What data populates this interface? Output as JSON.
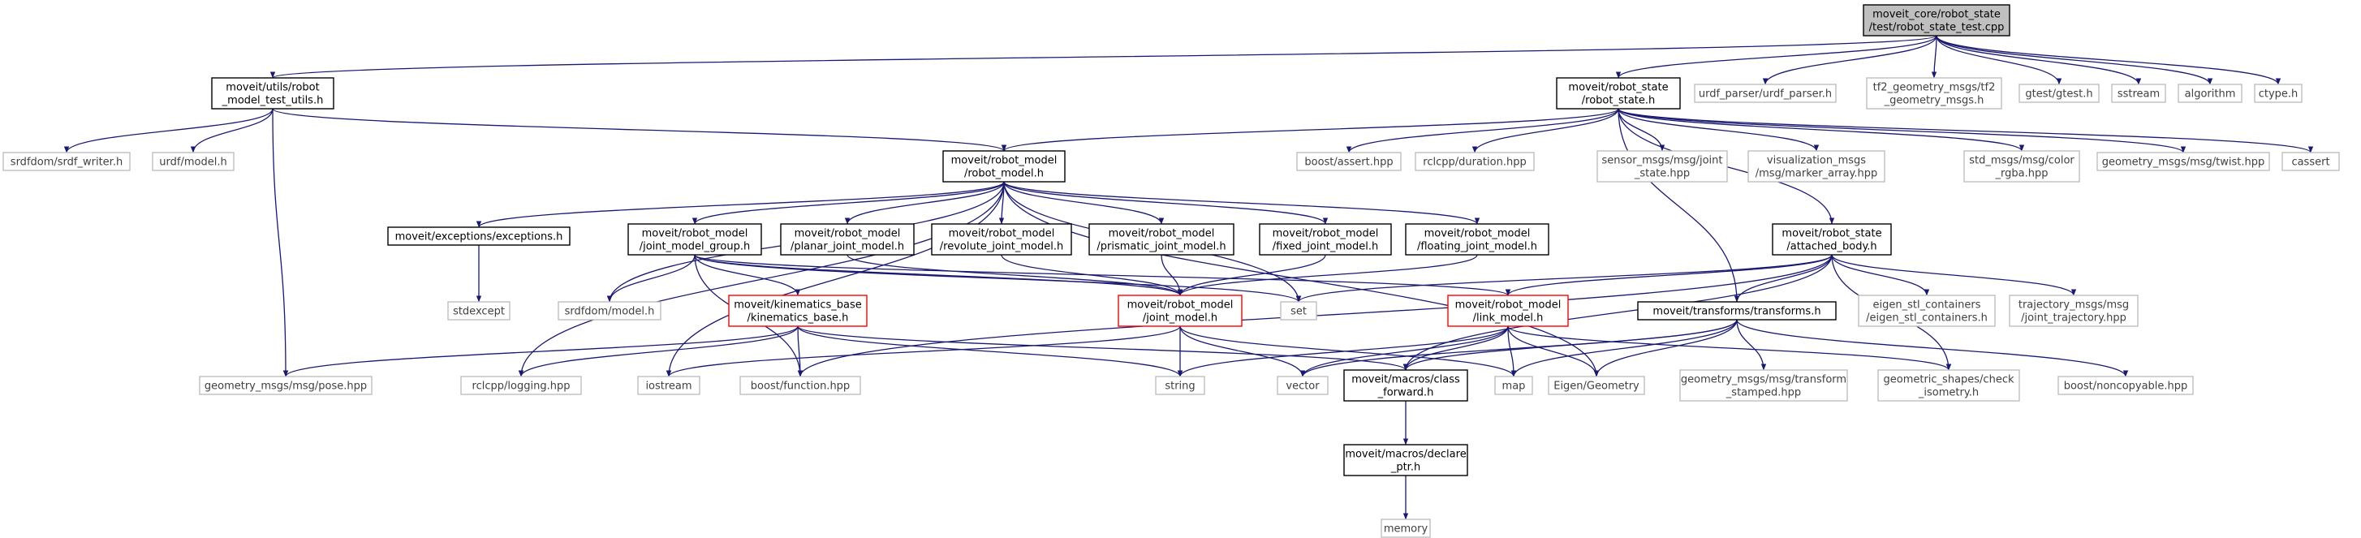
{
  "colors": {
    "edge": "#191970",
    "root_fill": "#bfbfbf",
    "root_border": "#000000",
    "documented_border": "#000000",
    "undocumented_border": "#bfbfbf",
    "undocumented_text": "#404040",
    "highlight_border": "#ff0000",
    "text": "#000000"
  },
  "nodes": [
    {
      "id": "root",
      "kind": "root",
      "lines": [
        "moveit_core/robot_state",
        "/test/robot_state_test.cpp"
      ]
    },
    {
      "id": "robot_model_test_utils",
      "kind": "documented",
      "lines": [
        "moveit/utils/robot",
        "_model_test_utils.h"
      ]
    },
    {
      "id": "robot_state_h",
      "kind": "documented",
      "lines": [
        "moveit/robot_state",
        "/robot_state.h"
      ]
    },
    {
      "id": "urdf_parser",
      "kind": "external",
      "lines": [
        "urdf_parser/urdf_parser.h"
      ]
    },
    {
      "id": "tf2_geometry",
      "kind": "external",
      "lines": [
        "tf2_geometry_msgs/tf2",
        "_geometry_msgs.h"
      ]
    },
    {
      "id": "gtest",
      "kind": "external",
      "lines": [
        "gtest/gtest.h"
      ]
    },
    {
      "id": "sstream",
      "kind": "external",
      "lines": [
        "sstream"
      ]
    },
    {
      "id": "algorithm",
      "kind": "external",
      "lines": [
        "algorithm"
      ]
    },
    {
      "id": "ctype",
      "kind": "external",
      "lines": [
        "ctype.h"
      ]
    },
    {
      "id": "srdf_writer",
      "kind": "external",
      "lines": [
        "srdfdom/srdf_writer.h"
      ]
    },
    {
      "id": "urdf_model",
      "kind": "external",
      "lines": [
        "urdf/model.h"
      ]
    },
    {
      "id": "robot_model_h",
      "kind": "documented",
      "lines": [
        "moveit/robot_model",
        "/robot_model.h"
      ]
    },
    {
      "id": "boost_assert",
      "kind": "external",
      "lines": [
        "boost/assert.hpp"
      ]
    },
    {
      "id": "rclcpp_duration",
      "kind": "external",
      "lines": [
        "rclcpp/duration.hpp"
      ]
    },
    {
      "id": "sensor_msgs",
      "kind": "external",
      "lines": [
        "sensor_msgs/msg/joint",
        "_state.hpp"
      ]
    },
    {
      "id": "visualization_msgs",
      "kind": "external",
      "lines": [
        "visualization_msgs",
        "/msg/marker_array.hpp"
      ]
    },
    {
      "id": "std_msgs",
      "kind": "external",
      "lines": [
        "std_msgs/msg/color",
        "_rgba.hpp"
      ]
    },
    {
      "id": "twist",
      "kind": "external",
      "lines": [
        "geometry_msgs/msg/twist.hpp"
      ]
    },
    {
      "id": "cassert",
      "kind": "external",
      "lines": [
        "cassert"
      ]
    },
    {
      "id": "exceptions",
      "kind": "documented",
      "lines": [
        "moveit/exceptions/exceptions.h"
      ]
    },
    {
      "id": "joint_model_group",
      "kind": "documented",
      "lines": [
        "moveit/robot_model",
        "/joint_model_group.h"
      ]
    },
    {
      "id": "planar_joint",
      "kind": "documented",
      "lines": [
        "moveit/robot_model",
        "/planar_joint_model.h"
      ]
    },
    {
      "id": "revolute_joint",
      "kind": "documented",
      "lines": [
        "moveit/robot_model",
        "/revolute_joint_model.h"
      ]
    },
    {
      "id": "prismatic_joint",
      "kind": "documented",
      "lines": [
        "moveit/robot_model",
        "/prismatic_joint_model.h"
      ]
    },
    {
      "id": "fixed_joint",
      "kind": "documented",
      "lines": [
        "moveit/robot_model",
        "/fixed_joint_model.h"
      ]
    },
    {
      "id": "floating_joint",
      "kind": "documented",
      "lines": [
        "moveit/robot_model",
        "/floating_joint_model.h"
      ]
    },
    {
      "id": "attached_body",
      "kind": "documented",
      "lines": [
        "moveit/robot_state",
        "/attached_body.h"
      ]
    },
    {
      "id": "stdexcept",
      "kind": "external",
      "lines": [
        "stdexcept"
      ]
    },
    {
      "id": "srdf_model",
      "kind": "external",
      "lines": [
        "srdfdom/model.h"
      ]
    },
    {
      "id": "kinematics_base",
      "kind": "highlight",
      "lines": [
        "moveit/kinematics_base",
        "/kinematics_base.h"
      ]
    },
    {
      "id": "joint_model_h",
      "kind": "highlight",
      "lines": [
        "moveit/robot_model",
        "/joint_model.h"
      ]
    },
    {
      "id": "set",
      "kind": "external",
      "lines": [
        "set"
      ]
    },
    {
      "id": "link_model_h",
      "kind": "highlight",
      "lines": [
        "moveit/robot_model",
        "/link_model.h"
      ]
    },
    {
      "id": "transforms_h",
      "kind": "documented",
      "lines": [
        "moveit/transforms/transforms.h"
      ]
    },
    {
      "id": "eigen_stl",
      "kind": "external",
      "lines": [
        "eigen_stl_containers",
        "/eigen_stl_containers.h"
      ]
    },
    {
      "id": "trajectory_msgs",
      "kind": "external",
      "lines": [
        "trajectory_msgs/msg",
        "/joint_trajectory.hpp"
      ]
    },
    {
      "id": "pose_hpp",
      "kind": "external",
      "lines": [
        "geometry_msgs/msg/pose.hpp"
      ]
    },
    {
      "id": "rclcpp_logging",
      "kind": "external",
      "lines": [
        "rclcpp/logging.hpp"
      ]
    },
    {
      "id": "iostream",
      "kind": "external",
      "lines": [
        "iostream"
      ]
    },
    {
      "id": "boost_function",
      "kind": "external",
      "lines": [
        "boost/function.hpp"
      ]
    },
    {
      "id": "string",
      "kind": "external",
      "lines": [
        "string"
      ]
    },
    {
      "id": "vector",
      "kind": "external",
      "lines": [
        "vector"
      ]
    },
    {
      "id": "class_forward",
      "kind": "documented",
      "lines": [
        "moveit/macros/class",
        "_forward.h"
      ]
    },
    {
      "id": "map",
      "kind": "external",
      "lines": [
        "map"
      ]
    },
    {
      "id": "eigen_geometry",
      "kind": "external",
      "lines": [
        "Eigen/Geometry"
      ]
    },
    {
      "id": "transform_stamped",
      "kind": "external",
      "lines": [
        "geometry_msgs/msg/transform",
        "_stamped.hpp"
      ]
    },
    {
      "id": "check_isometry",
      "kind": "external",
      "lines": [
        "geometric_shapes/check",
        "_isometry.h"
      ]
    },
    {
      "id": "noncopyable",
      "kind": "external",
      "lines": [
        "boost/noncopyable.hpp"
      ]
    },
    {
      "id": "declare_ptr",
      "kind": "documented",
      "lines": [
        "moveit/macros/declare",
        "_ptr.h"
      ]
    },
    {
      "id": "memory",
      "kind": "external",
      "lines": [
        "memory"
      ]
    }
  ],
  "edges": [
    [
      "root",
      "robot_model_test_utils"
    ],
    [
      "root",
      "robot_state_h"
    ],
    [
      "root",
      "urdf_parser"
    ],
    [
      "root",
      "tf2_geometry"
    ],
    [
      "root",
      "gtest"
    ],
    [
      "root",
      "sstream"
    ],
    [
      "root",
      "algorithm"
    ],
    [
      "root",
      "ctype"
    ],
    [
      "robot_model_test_utils",
      "srdf_writer"
    ],
    [
      "robot_model_test_utils",
      "urdf_model"
    ],
    [
      "robot_model_test_utils",
      "robot_model_h"
    ],
    [
      "robot_model_test_utils",
      "pose_hpp"
    ],
    [
      "robot_state_h",
      "robot_model_h"
    ],
    [
      "robot_state_h",
      "boost_assert"
    ],
    [
      "robot_state_h",
      "rclcpp_duration"
    ],
    [
      "robot_state_h",
      "sensor_msgs"
    ],
    [
      "robot_state_h",
      "visualization_msgs"
    ],
    [
      "robot_state_h",
      "std_msgs"
    ],
    [
      "robot_state_h",
      "twist"
    ],
    [
      "robot_state_h",
      "cassert"
    ],
    [
      "robot_state_h",
      "attached_body"
    ],
    [
      "robot_state_h",
      "transforms_h"
    ],
    [
      "robot_model_h",
      "exceptions"
    ],
    [
      "robot_model_h",
      "joint_model_group"
    ],
    [
      "robot_model_h",
      "planar_joint"
    ],
    [
      "robot_model_h",
      "revolute_joint"
    ],
    [
      "robot_model_h",
      "prismatic_joint"
    ],
    [
      "robot_model_h",
      "fixed_joint"
    ],
    [
      "robot_model_h",
      "floating_joint"
    ],
    [
      "robot_model_h",
      "srdf_model"
    ],
    [
      "robot_model_h",
      "rclcpp_logging"
    ],
    [
      "robot_model_h",
      "iostream"
    ],
    [
      "robot_model_h",
      "eigen_geometry"
    ],
    [
      "robot_model_h",
      "set"
    ],
    [
      "exceptions",
      "stdexcept"
    ],
    [
      "joint_model_group",
      "srdf_model"
    ],
    [
      "joint_model_group",
      "kinematics_base"
    ],
    [
      "joint_model_group",
      "joint_model_h"
    ],
    [
      "joint_model_group",
      "boost_function"
    ],
    [
      "joint_model_group",
      "set"
    ],
    [
      "joint_model_group",
      "link_model_h"
    ],
    [
      "planar_joint",
      "joint_model_h"
    ],
    [
      "revolute_joint",
      "joint_model_h"
    ],
    [
      "prismatic_joint",
      "joint_model_h"
    ],
    [
      "fixed_joint",
      "joint_model_h"
    ],
    [
      "floating_joint",
      "joint_model_h"
    ],
    [
      "kinematics_base",
      "pose_hpp"
    ],
    [
      "kinematics_base",
      "rclcpp_logging"
    ],
    [
      "kinematics_base",
      "boost_function"
    ],
    [
      "kinematics_base",
      "string"
    ],
    [
      "kinematics_base",
      "class_forward"
    ],
    [
      "joint_model_h",
      "iostream"
    ],
    [
      "joint_model_h",
      "string"
    ],
    [
      "joint_model_h",
      "vector"
    ],
    [
      "joint_model_h",
      "map"
    ],
    [
      "link_model_h",
      "string"
    ],
    [
      "link_model_h",
      "vector"
    ],
    [
      "link_model_h",
      "class_forward"
    ],
    [
      "link_model_h",
      "map"
    ],
    [
      "link_model_h",
      "eigen_geometry"
    ],
    [
      "link_model_h",
      "check_isometry"
    ],
    [
      "attached_body",
      "set"
    ],
    [
      "attached_body",
      "link_model_h"
    ],
    [
      "attached_body",
      "transforms_h"
    ],
    [
      "attached_body",
      "eigen_stl"
    ],
    [
      "attached_body",
      "trajectory_msgs"
    ],
    [
      "attached_body",
      "check_isometry"
    ],
    [
      "attached_body",
      "boost_function"
    ],
    [
      "attached_body",
      "class_forward"
    ],
    [
      "transforms_h",
      "class_forward"
    ],
    [
      "transforms_h",
      "map"
    ],
    [
      "transforms_h",
      "eigen_geometry"
    ],
    [
      "transforms_h",
      "transform_stamped"
    ],
    [
      "transforms_h",
      "noncopyable"
    ],
    [
      "transforms_h",
      "vector"
    ],
    [
      "class_forward",
      "declare_ptr"
    ],
    [
      "declare_ptr",
      "memory"
    ]
  ]
}
